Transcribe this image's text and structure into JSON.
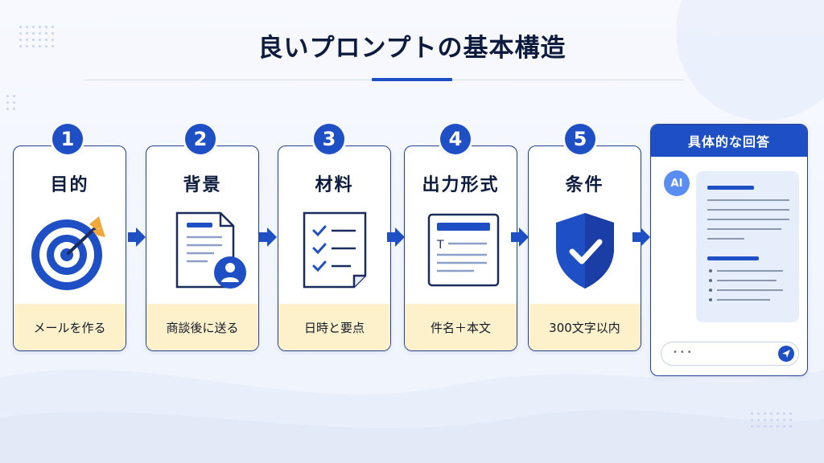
{
  "title": "良いプロンプトの基本構造",
  "steps": [
    {
      "number": "1",
      "label": "目的",
      "example": "メールを作る",
      "icon": "target-icon"
    },
    {
      "number": "2",
      "label": "背景",
      "example": "商談後に送る",
      "icon": "document-user-icon"
    },
    {
      "number": "3",
      "label": "材料",
      "example": "日時と要点",
      "icon": "checklist-icon"
    },
    {
      "number": "4",
      "label": "出力形式",
      "example": "件名＋本文",
      "icon": "format-document-icon"
    },
    {
      "number": "5",
      "label": "条件",
      "example": "300文字以内",
      "icon": "shield-check-icon"
    }
  ],
  "answer": {
    "header": "具体的な回答",
    "avatar": "AI",
    "input_dots": "•••",
    "send_icon": "send-icon"
  },
  "colors": {
    "accent": "#1f4fc4",
    "border": "#24418f",
    "example_bg": "#fdf1cc",
    "target_orange": "#f2a73b"
  }
}
